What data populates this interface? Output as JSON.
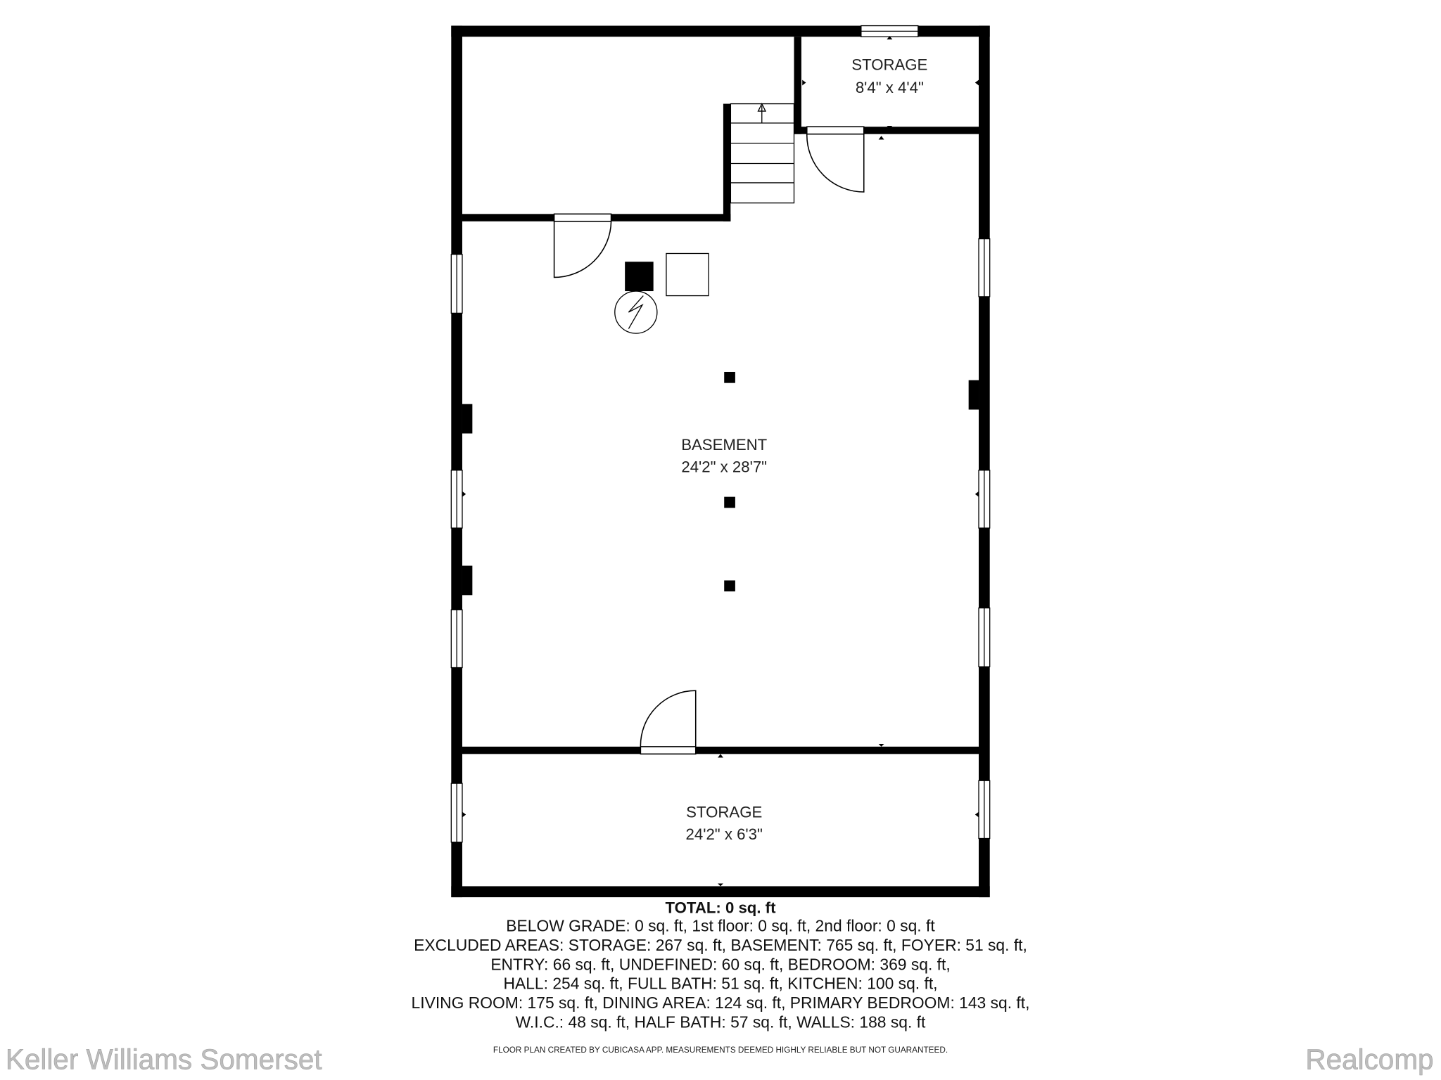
{
  "rooms": [
    {
      "name": "STORAGE",
      "dims": "8'4\" x 4'4\""
    },
    {
      "name": "BASEMENT",
      "dims": "24'2\" x 28'7\""
    },
    {
      "name": "STORAGE",
      "dims": "24'2\" x 6'3\""
    }
  ],
  "summary": {
    "total": "TOTAL: 0 sq. ft",
    "lines": [
      "BELOW GRADE: 0 sq. ft, 1st floor: 0 sq. ft, 2nd floor: 0 sq. ft",
      "EXCLUDED AREAS: STORAGE: 267 sq. ft, BASEMENT: 765 sq. ft, FOYER: 51 sq. ft,",
      "ENTRY: 66 sq. ft, UNDEFINED: 60 sq. ft, BEDROOM: 369 sq. ft,",
      "HALL: 254 sq. ft, FULL BATH: 51 sq. ft, KITCHEN: 100 sq. ft,",
      "LIVING ROOM: 175 sq. ft, DINING AREA: 124 sq. ft, PRIMARY BEDROOM: 143 sq. ft,",
      "W.I.C.: 48 sq. ft, HALF BATH: 57 sq. ft, WALLS: 188 sq. ft"
    ],
    "disclaimer": "FLOOR PLAN CREATED BY CUBICASA APP. MEASUREMENTS DEEMED HIGHLY RELIABLE BUT NOT GUARANTEED."
  },
  "watermarks": {
    "left": "Keller Williams Somerset",
    "right": "Realcomp"
  }
}
